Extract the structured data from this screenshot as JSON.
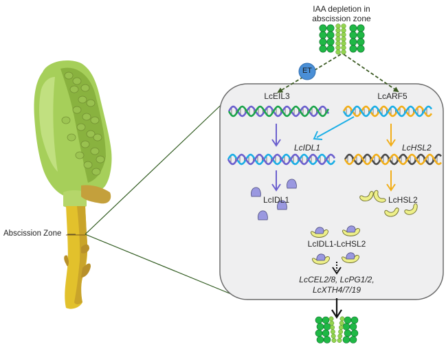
{
  "title": {
    "line1": "IAA depletion in",
    "line2": "abscission zone"
  },
  "fruit_label": "Abscission Zone",
  "et_label": "ET",
  "left_pathway": {
    "tf_label": "LcEIL3",
    "gene_label": "LcIDL1",
    "protein_label": "LcIDL1"
  },
  "right_pathway": {
    "tf_label": "LcARF5",
    "gene_label": "LcHSL2",
    "protein_label": "LcHSL2"
  },
  "complex_label": "LcIDL1-LcHSL2",
  "targets": {
    "line1": "LcCEL2/8, LcPG1/2,",
    "line2": "LcXTH4/7/19"
  },
  "colors": {
    "panel_fill": "#efeff0",
    "panel_stroke": "#6b6b6b",
    "dashed_arrow": "#3b5a22",
    "connector": "#2f5a1e",
    "et_fill": "#4a8fd6",
    "purple": "#6b5fce",
    "green_strand": "#1aa44a",
    "cyan": "#1aaee6",
    "orange": "#f2ae18",
    "gray_strand": "#4a4a4a",
    "idl1_fill": "#9a98e0",
    "hsl2_fill": "#eef08a",
    "cell_dark": "#1fb845",
    "cell_light": "#93d44f"
  }
}
